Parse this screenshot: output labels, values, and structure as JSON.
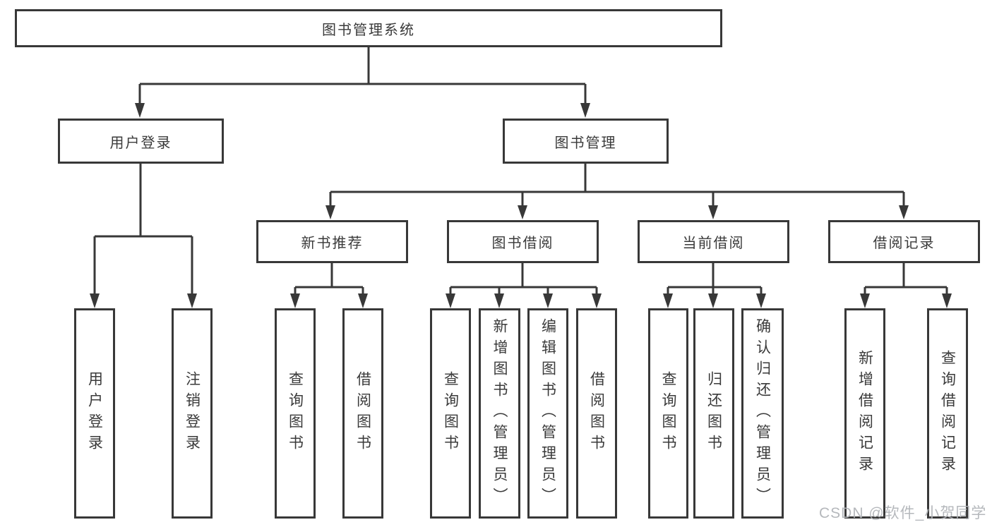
{
  "tree": {
    "label": "图书管理系统",
    "children": [
      {
        "label": "用户登录",
        "children": [
          {
            "label": "用户登录"
          },
          {
            "label": "注销登录"
          }
        ]
      },
      {
        "label": "图书管理",
        "children": [
          {
            "label": "新书推荐",
            "children": [
              {
                "label": "查询图书"
              },
              {
                "label": "借阅图书"
              }
            ]
          },
          {
            "label": "图书借阅",
            "children": [
              {
                "label": "查询图书"
              },
              {
                "label": "新增图书（管理员）"
              },
              {
                "label": "编辑图书（管理员）"
              },
              {
                "label": "借阅图书"
              }
            ]
          },
          {
            "label": "当前借阅",
            "children": [
              {
                "label": "查询图书"
              },
              {
                "label": "归还图书"
              },
              {
                "label": "确认归还（管理员）"
              }
            ]
          },
          {
            "label": "借阅记录",
            "children": [
              {
                "label": "新增借阅记录"
              },
              {
                "label": "查询借阅记录"
              }
            ]
          }
        ]
      }
    ]
  },
  "watermark": {
    "text": "CSDN @软件_小贺同学"
  },
  "colors": {
    "line": "#383838",
    "box_border": "#383838",
    "box_fill": "#ffffff",
    "text": "#3a3a3a",
    "watermark": "#b2b5b9",
    "background": "#ffffff"
  }
}
